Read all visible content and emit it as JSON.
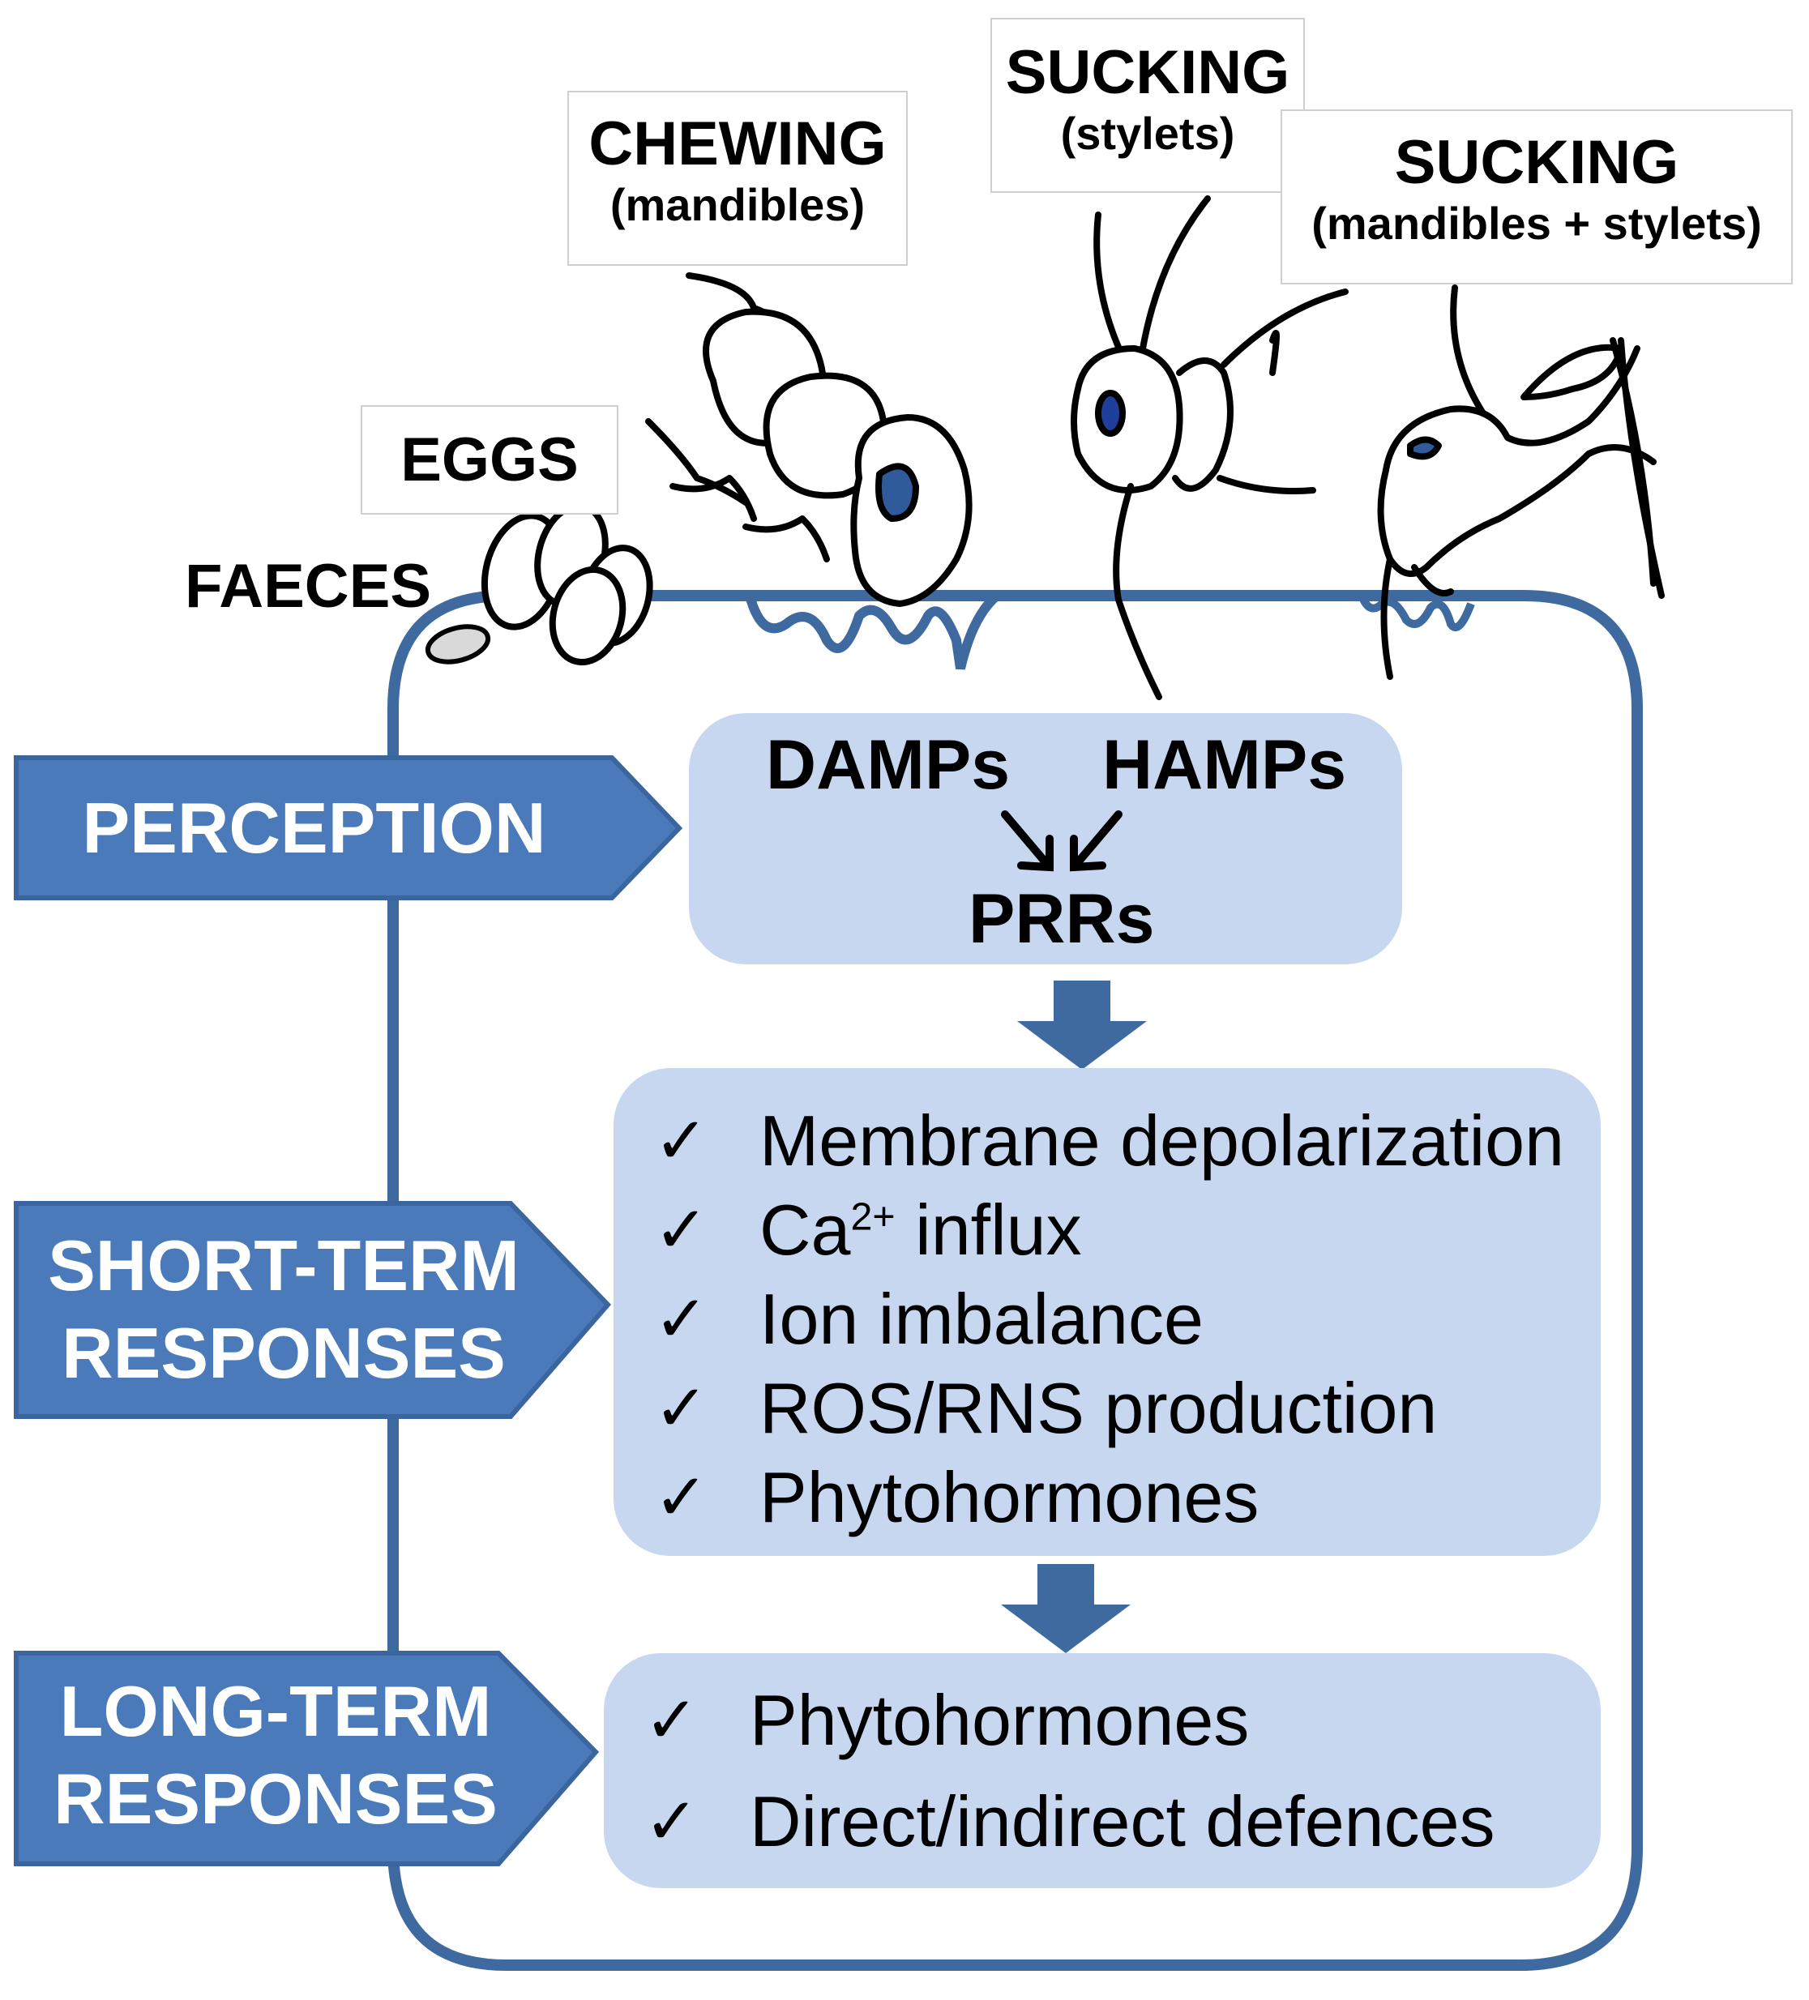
{
  "insects": {
    "chewing": {
      "title": "CHEWING",
      "subtitle": "(mandibles)"
    },
    "sucking_stylets": {
      "title": "SUCKING",
      "subtitle": "(stylets)"
    },
    "sucking_mandibles_stylets": {
      "title": "SUCKING",
      "subtitle": "(mandibles + stylets)"
    }
  },
  "eggs_label": "EGGS",
  "faeces_label": "FAECES",
  "perception": {
    "stage_label": "PERCEPTION",
    "damps": "DAMPs",
    "hamps": "HAMPs",
    "prrs": "PRRs"
  },
  "short_term": {
    "stage_line1": "SHORT-TERM",
    "stage_line2": "RESPONSES",
    "items": [
      {
        "text": "Membrane depolarization"
      },
      {
        "pre": "Ca",
        "sup": "2+",
        "post": " influx"
      },
      {
        "text": "Ion imbalance"
      },
      {
        "text": "ROS/RNS production"
      },
      {
        "text": "Phytohormones"
      }
    ]
  },
  "long_term": {
    "stage_line1": "LONG-TERM",
    "stage_line2": "RESPONSES",
    "items": [
      {
        "text": "Phytohormones"
      },
      {
        "text": "Direct/indirect defences"
      }
    ]
  },
  "check_symbol": "✓",
  "colors": {
    "cell_wall": "#3f6aa0",
    "panel_fill": "#c6d7ef",
    "stage_fill": "#4a7ab9",
    "stage_edge": "#3a659e",
    "arrow": "#3f6aa0",
    "insect_eye": "#2f5b9a"
  }
}
